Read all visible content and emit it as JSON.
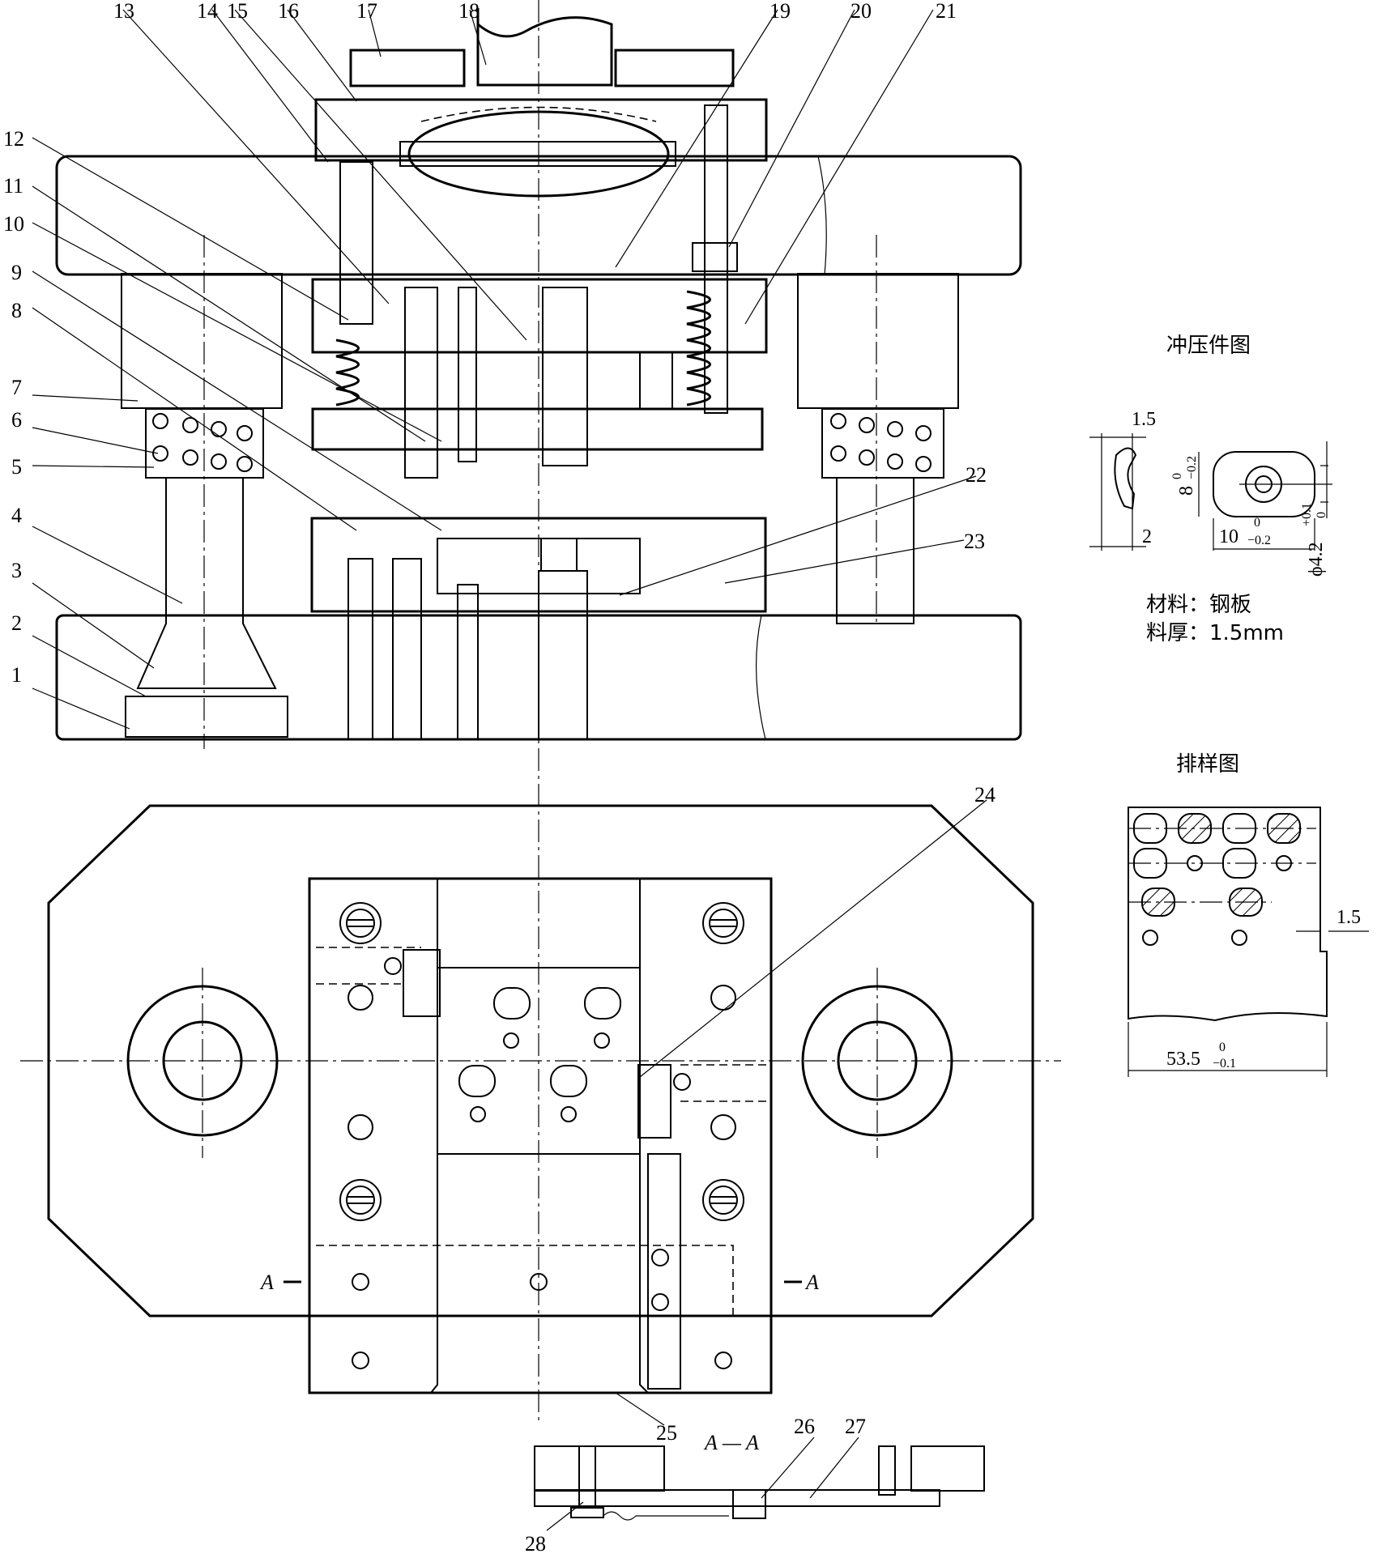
{
  "part_numbers": [
    "1",
    "2",
    "3",
    "4",
    "5",
    "6",
    "7",
    "8",
    "9",
    "10",
    "11",
    "12",
    "13",
    "14",
    "15",
    "16",
    "17",
    "18",
    "19",
    "20",
    "21",
    "22",
    "23",
    "24",
    "25",
    "26",
    "27",
    "28"
  ],
  "section_markers": {
    "left": "A",
    "right": "A",
    "section_title": "A — A"
  },
  "stamping_part": {
    "title": "冲压件图",
    "dim_thickness": "1.5",
    "dim_gap": "2",
    "dim_height": "8",
    "dim_height_tol_upper": "0",
    "dim_height_tol_lower": "−0.2",
    "dim_width": "10",
    "dim_width_tol_upper": "0",
    "dim_width_tol_lower": "−0.2",
    "dim_hole": "ϕ4.2",
    "dim_hole_tol_upper": "+0.1",
    "dim_hole_tol_lower": "0",
    "material_line": "材料：钢板",
    "thickness_line": "料厚：1.5mm"
  },
  "layout_diagram": {
    "title": "排样图",
    "dim_step": "1.5",
    "dim_width": "53.5",
    "dim_width_tol_upper": "0",
    "dim_width_tol_lower": "−0.1"
  }
}
